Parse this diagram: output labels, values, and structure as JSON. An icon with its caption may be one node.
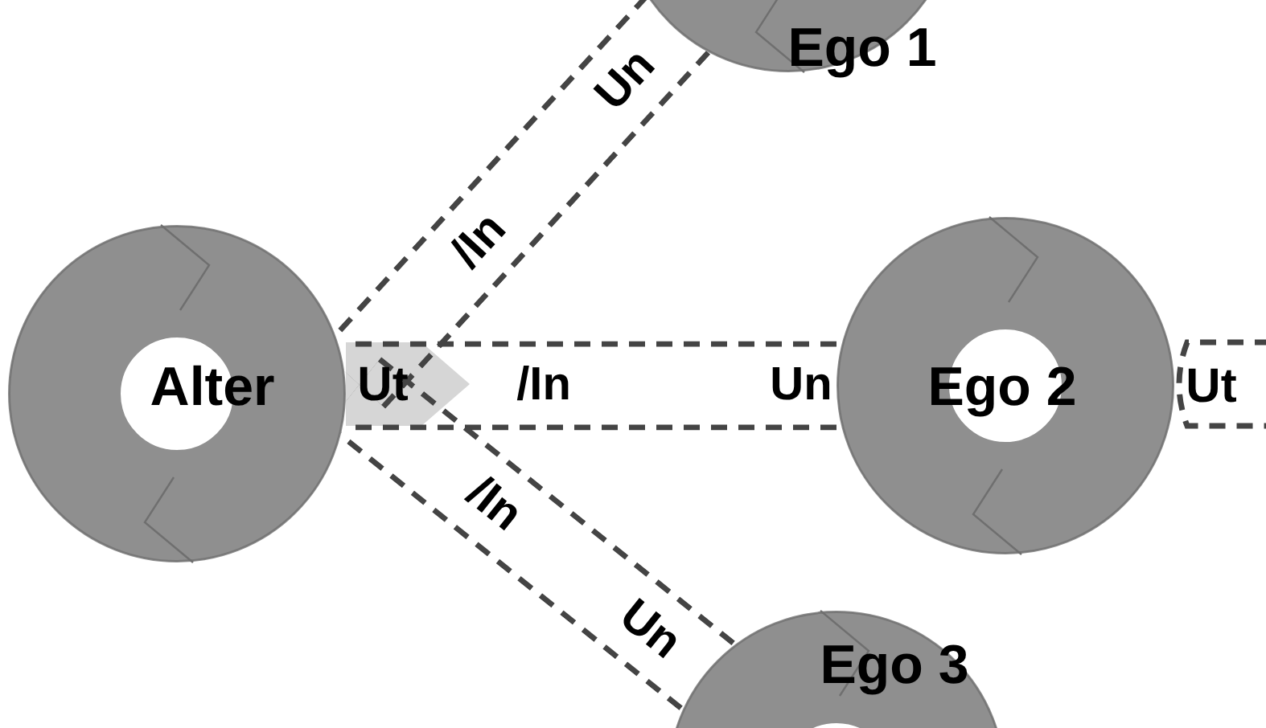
{
  "diagram": {
    "nodes": [
      {
        "text": [
          "Alter"
        ]
      },
      {
        "text": [
          "Ego 1"
        ]
      },
      {
        "text": [
          "Ego 2"
        ],
        "beside": [
          "Ut"
        ]
      },
      {
        "text": [
          "Ego 3"
        ]
      }
    ],
    "edges": [
      {
        "from": 0,
        "to": 1,
        "arrow": "none",
        "style": "dashed",
        "label": "/In"
      },
      {
        "from": 0,
        "to": 2,
        "arrow": "none",
        "style": "dashed",
        "label": "/In"
      },
      {
        "from": 0,
        "to": 3,
        "arrow": "none",
        "style": "dashed",
        "label": "/In"
      }
    ],
    "labels": [
      "Ut",
      "Un",
      "Un",
      "Un"
    ]
  }
}
